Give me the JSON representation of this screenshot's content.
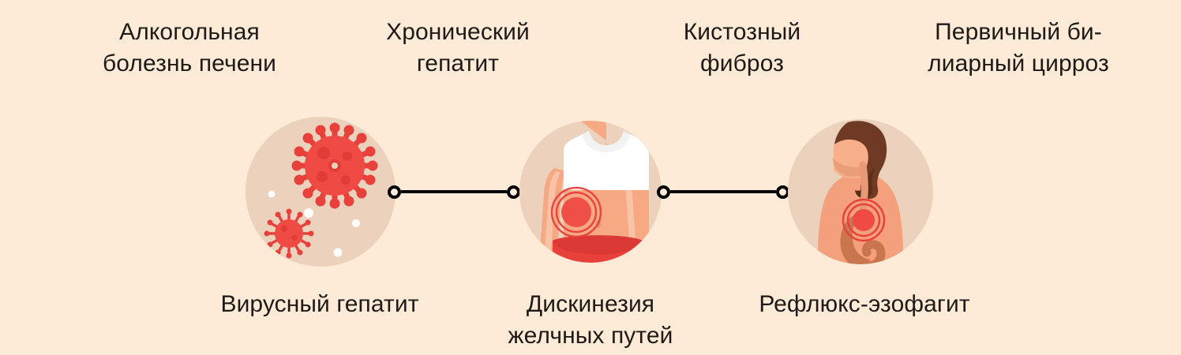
{
  "page": {
    "background_color": "#fdebd7",
    "text_color": "#1f1a17",
    "node_circle_color": "#ecd2bd",
    "accent_red": "#e8413c",
    "skin_color": "#f5a07c",
    "hair_color": "#6e3a24"
  },
  "labels": {
    "top": [
      {
        "text": "Алкогольная\nболезнь печени"
      },
      {
        "text": "Хронический\nгепатит"
      },
      {
        "text": "Кистозный\nфиброз"
      },
      {
        "text": "Первичный би-\nлиарный цирроз"
      }
    ],
    "bottom": [
      {
        "text": "Вирусный гепатит"
      },
      {
        "text": "Дискинезия\nжелчных путей"
      },
      {
        "text": "Рефлюкс-эзофагит"
      }
    ]
  },
  "nodes": [
    {
      "name": "virus-illustration",
      "icon": "virus-icon"
    },
    {
      "name": "abdomen-illustration",
      "icon": "abdomen-pain-icon"
    },
    {
      "name": "reflux-illustration",
      "icon": "esophagus-stomach-icon"
    }
  ],
  "connectors": [
    {
      "name": "connector-1-2"
    },
    {
      "name": "connector-2-3"
    }
  ]
}
